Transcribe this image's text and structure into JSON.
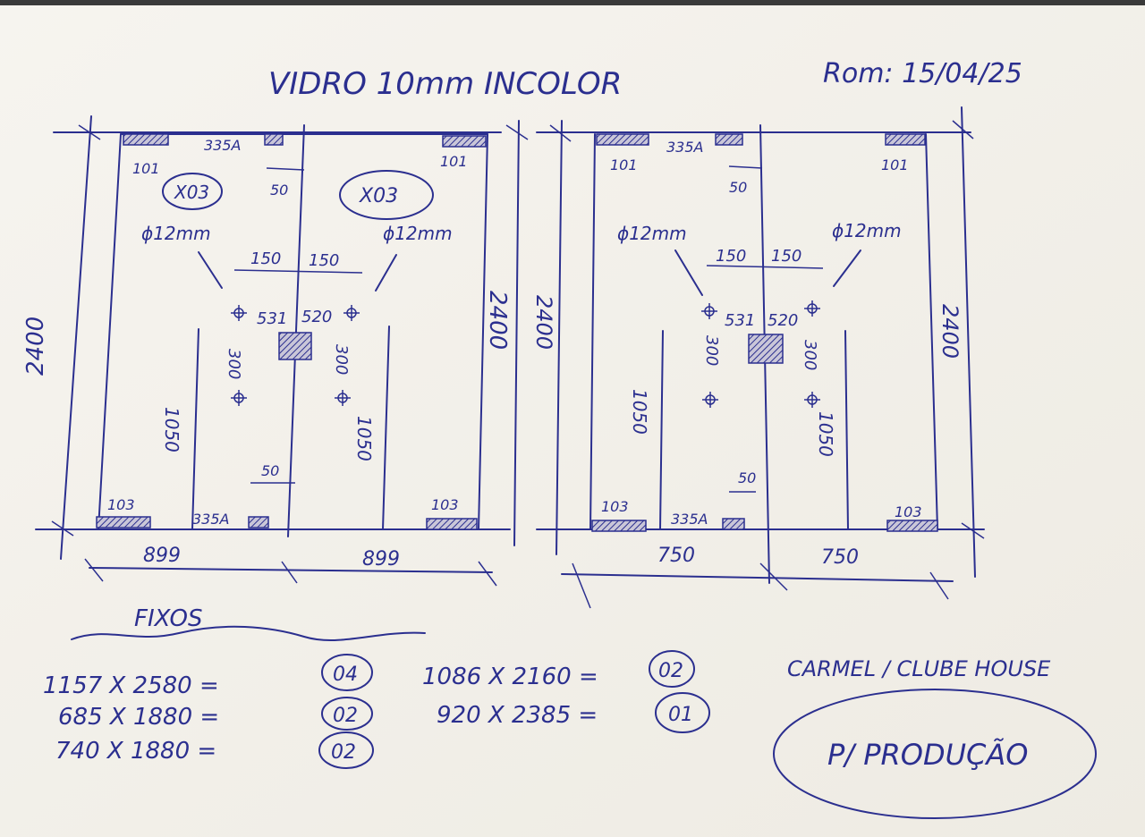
{
  "header": {
    "title": "VIDRO 10mm INCOLOR",
    "date": "Rom: 15/04/25"
  },
  "left_panel": {
    "height": "2400",
    "width_left": "899",
    "width_right": "899",
    "edge_top": "101",
    "edge_bottom": "103",
    "lock_code": "335A",
    "lock_offset": "50",
    "qty_left": "X03",
    "qty_right": "X03",
    "hole_diameter": "ϕ12mm",
    "hole_spacing": "150",
    "hole_left_height": "531",
    "hole_right_height": "520",
    "hole_vertical_gap": "300",
    "door_height": "1050"
  },
  "right_panel": {
    "height": "2400",
    "width_left": "750",
    "width_right": "750",
    "edge_top": "101",
    "edge_bottom": "103",
    "lock_code": "335A",
    "lock_offset": "50",
    "hole_diameter": "ϕ12mm",
    "hole_spacing": "150",
    "hole_left_height": "531",
    "hole_right_height": "520",
    "hole_vertical_gap": "300",
    "door_height": "1050"
  },
  "fixed": {
    "heading": "FIXOS",
    "items": [
      {
        "dims": "1157 X 2580 =",
        "qty": "04"
      },
      {
        "dims": "685 X 1880 =",
        "qty": "02"
      },
      {
        "dims": "740 X 1880 =",
        "qty": "02"
      },
      {
        "dims": "1086 X 2160 =",
        "qty": "02"
      },
      {
        "dims": "920 X 2385 =",
        "qty": "01"
      }
    ]
  },
  "client": "CARMEL / CLUBE HOUSE",
  "status": "P/ PRODUÇÃO",
  "colors": {
    "paper": "#f4f1ea",
    "ink": "#2b2f8f"
  }
}
